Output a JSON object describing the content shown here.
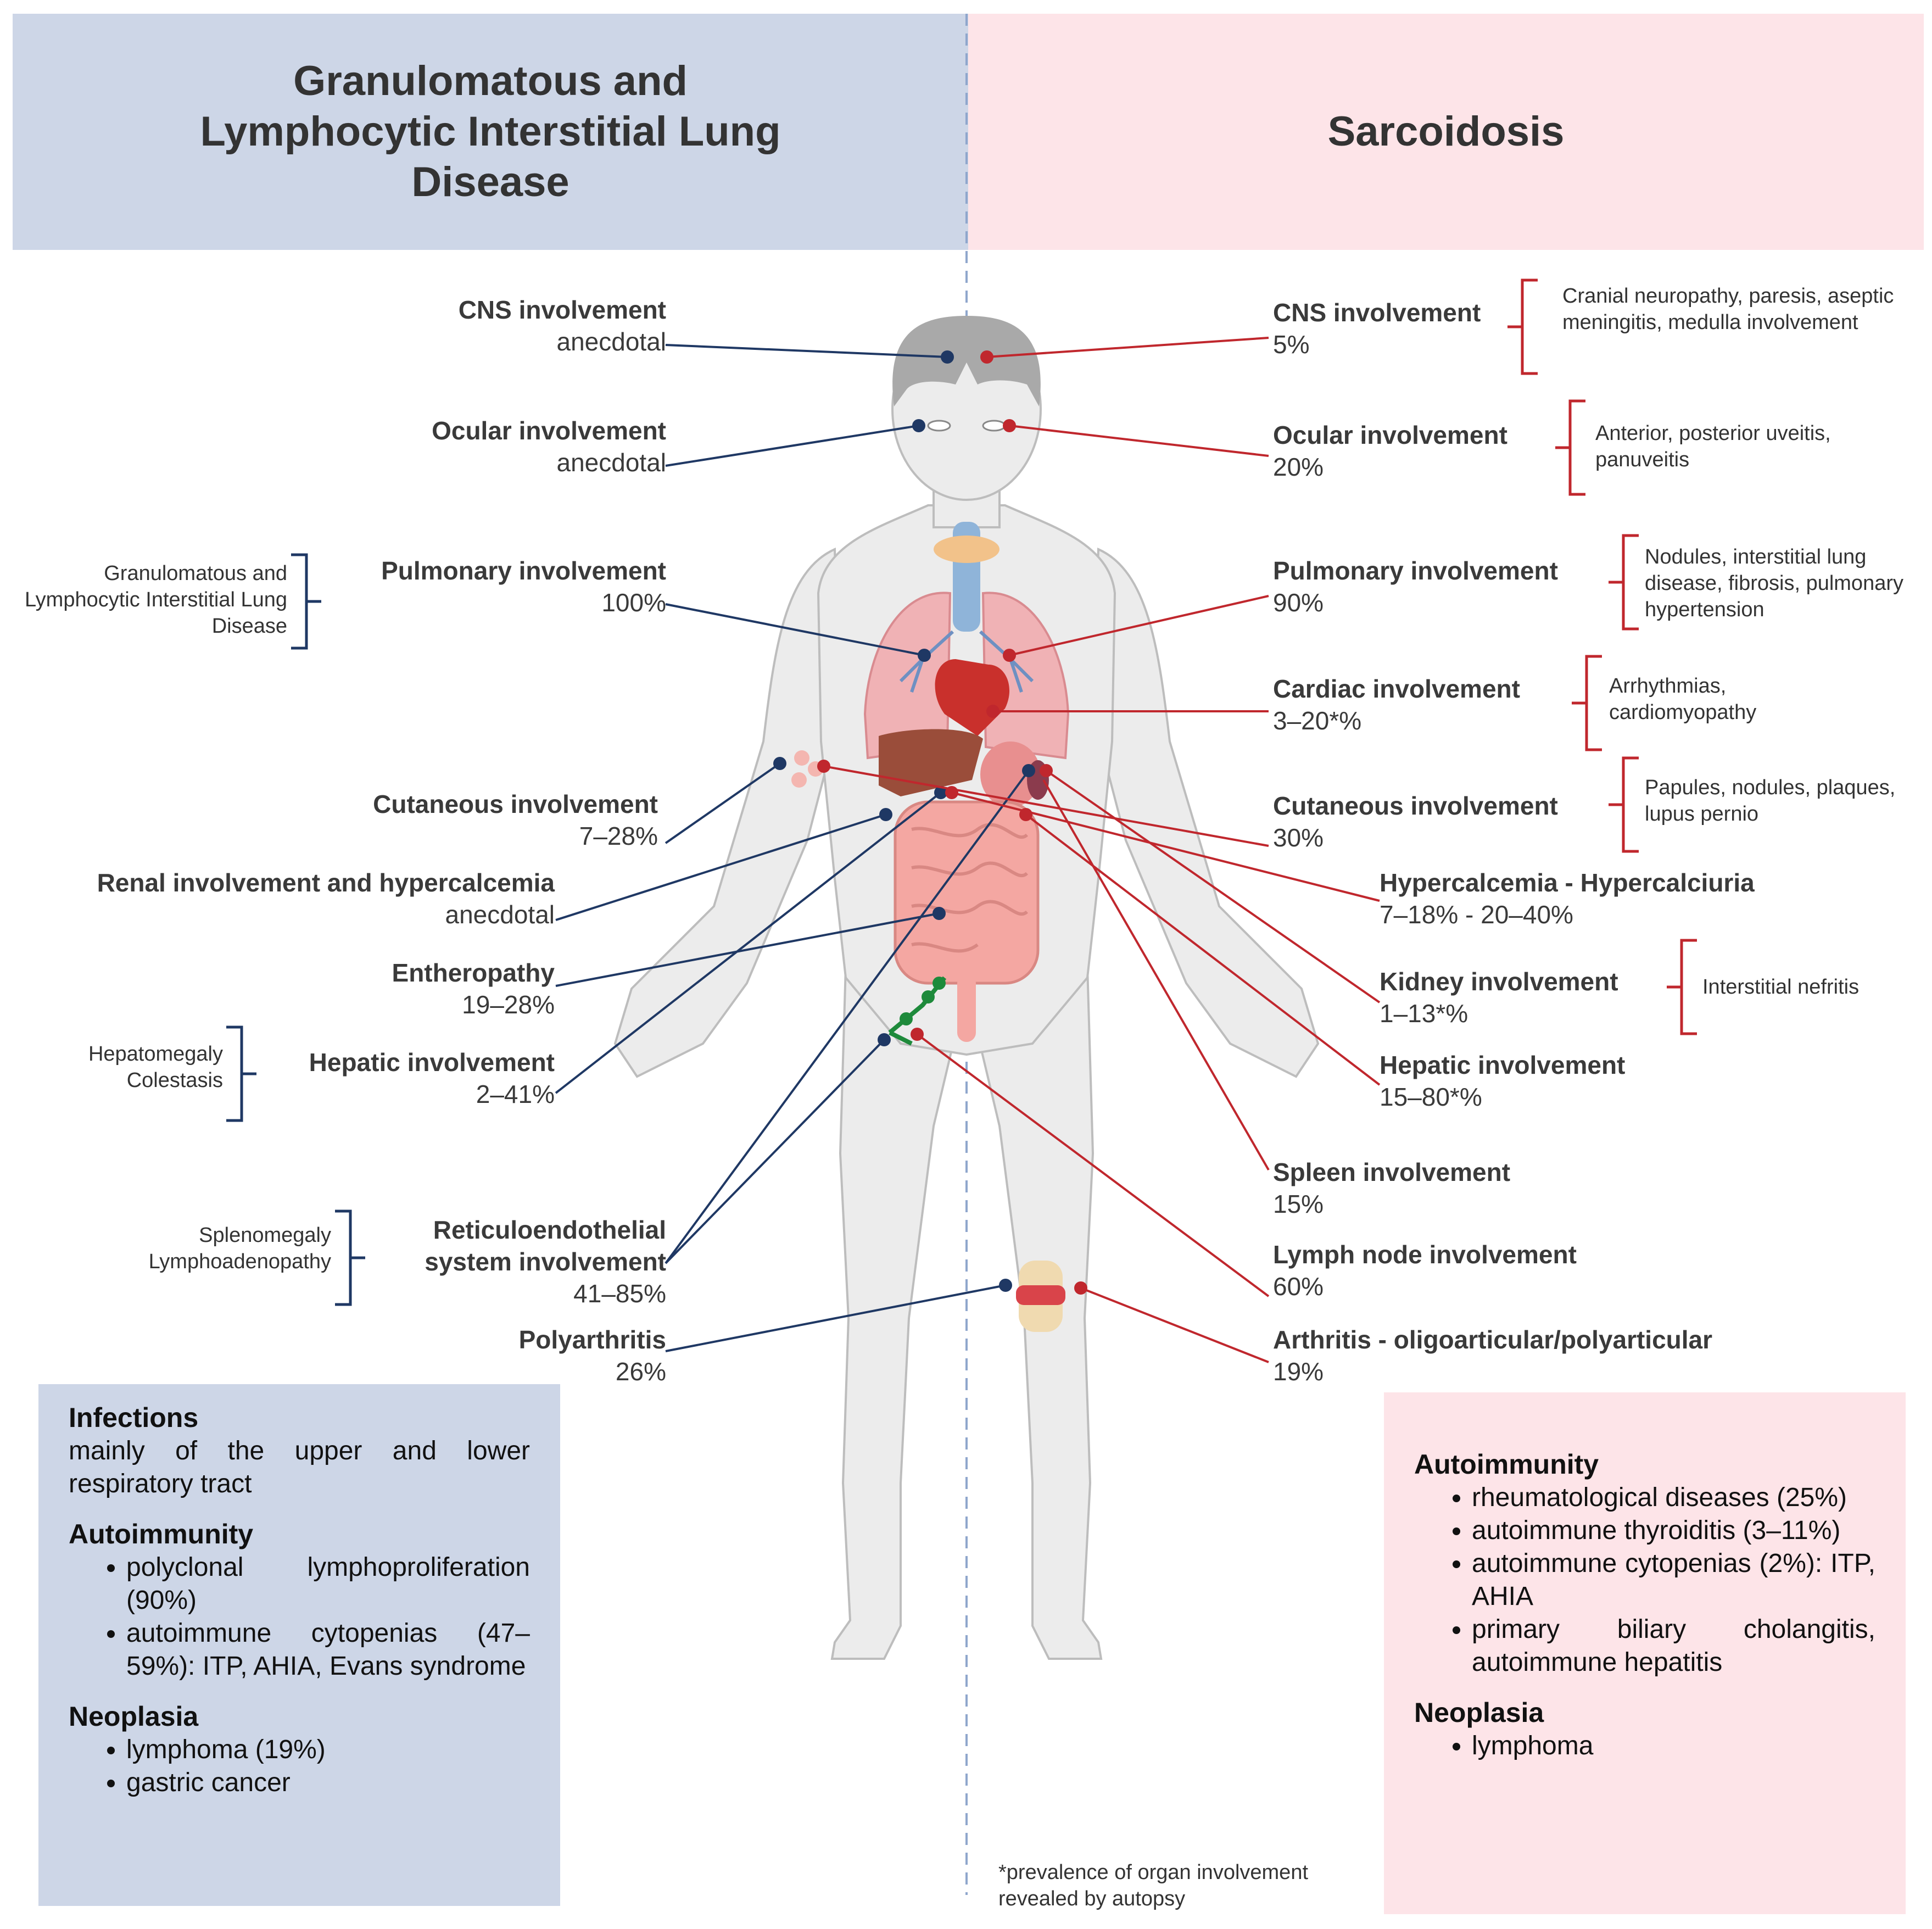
{
  "headers": {
    "left": "Granulomatous and Lymphocytic Interstitial Lung Disease",
    "right": "Sarcoidosis"
  },
  "colors": {
    "glild": "#1f3864",
    "sarcoidosis": "#c0272d",
    "divider": "#8fa6cc"
  },
  "left_labels": [
    {
      "title": "CNS involvement",
      "value": "anecdotal"
    },
    {
      "title": "Ocular involvement",
      "value": "anecdotal"
    },
    {
      "title": "Pulmonary involvement",
      "value": "100%"
    },
    {
      "title": "Cutaneous involvement",
      "value": "7–28%"
    },
    {
      "title": "Renal involvement and hypercalcemia",
      "value": "anecdotal"
    },
    {
      "title": "Entheropathy",
      "value": "19–28%"
    },
    {
      "title": "Hepatic involvement",
      "value": "2–41%"
    },
    {
      "title": "Reticuloendothelial system involvement",
      "value": "41–85%"
    },
    {
      "title": "Polyarthritis",
      "value": "26%"
    }
  ],
  "left_notes": {
    "pulmonary": "Granulomatous and Lymphocytic Interstitial Lung Disease",
    "hepatic": "Hepatomegaly Colestasis",
    "reticulo": "Splenomegaly Lymphoadenopathy"
  },
  "right_labels": [
    {
      "title": "CNS involvement",
      "value": "5%"
    },
    {
      "title": "Ocular involvement",
      "value": "20%"
    },
    {
      "title": "Pulmonary involvement",
      "value": "90%"
    },
    {
      "title": "Cardiac involvement",
      "value": "3–20*%"
    },
    {
      "title": "Cutaneous involvement",
      "value": "30%"
    },
    {
      "title": "Hypercalcemia - Hypercalciuria",
      "value": "7–18% - 20–40%"
    },
    {
      "title": "Kidney involvement",
      "value": "1–13*%"
    },
    {
      "title": "Hepatic involvement",
      "value": "15–80*%"
    },
    {
      "title": "Spleen involvement",
      "value": "15%"
    },
    {
      "title": "Lymph node involvement",
      "value": "60%"
    },
    {
      "title": "Arthritis - oligoarticular/polyarticular",
      "value": "19%"
    }
  ],
  "right_notes": {
    "cns": "Cranial neuropathy, paresis, aseptic meningitis, medulla involvement",
    "ocular": "Anterior, posterior uveitis, panuveitis",
    "pulmonary": "Nodules, interstitial lung disease, fibrosis, pulmonary hypertension",
    "cardiac": "Arrhythmias, cardiomyopathy",
    "cutaneous": "Papules, nodules, plaques, lupus pernio",
    "kidney": "Interstitial nefritis"
  },
  "left_box": {
    "infections_title": "Infections",
    "infections_text": "mainly of the upper and lower respiratory tract",
    "autoimmunity_title": "Autoimmunity",
    "autoimmunity_items": [
      "polyclonal lymphoproliferation (90%)",
      "autoimmune cytopenias (47–59%): ITP, AHIA, Evans syndrome"
    ],
    "neoplasia_title": "Neoplasia",
    "neoplasia_items": [
      "lymphoma (19%)",
      "gastric cancer"
    ]
  },
  "right_box": {
    "autoimmunity_title": "Autoimmunity",
    "autoimmunity_items": [
      "rheumatological diseases (25%)",
      "autoimmune thyroiditis (3–11%)",
      "autoimmune cytopenias (2%): ITP, AHIA",
      "primary biliary cholangitis, autoimmune hepatitis"
    ],
    "neoplasia_title": "Neoplasia",
    "neoplasia_items": [
      "lymphoma"
    ]
  },
  "footnote": "*prevalence of organ involvement revealed by autopsy"
}
